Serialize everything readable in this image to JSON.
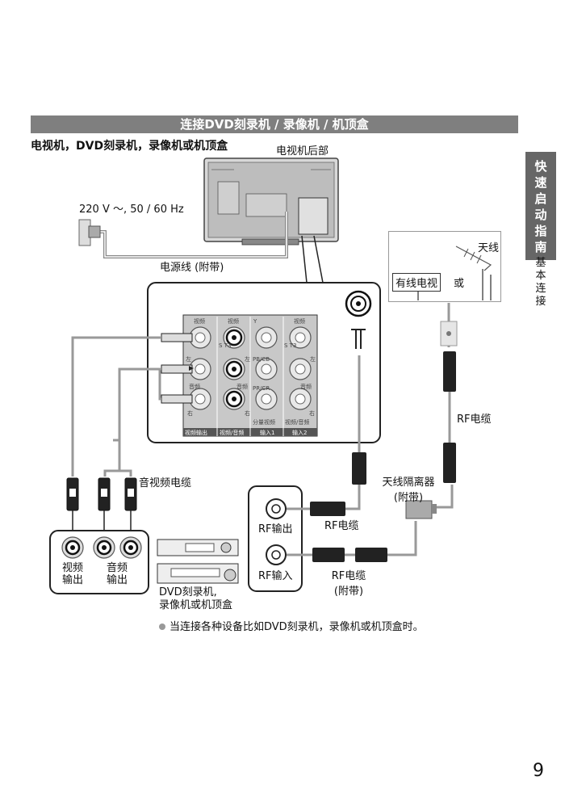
{
  "header": {
    "title": "连接DVD刻录机 / 录像机 / 机顶盒"
  },
  "subtitle": "电视机，DVD刻录机，录像机或机顶盒",
  "side_tab": {
    "label": "快速启动指南",
    "sub_label": "基本连接"
  },
  "labels": {
    "tv_back": "电视机后部",
    "power_spec": "220 V ～, 50 / 60 Hz",
    "power_cord": "电源线 (附带)",
    "antenna": "天线",
    "cable_tv": "有线电视",
    "or": "或",
    "rf_cable_right": "RF电缆",
    "av_cable": "音视频电缆",
    "splitter": "天线隔离器",
    "splitter_sub": "(附带)",
    "rf_out": "RF输出",
    "rf_in": "RF输入",
    "rf_cable_mid": "RF电缆",
    "rf_cable_bottom": "RF电缆",
    "rf_cable_bottom_sub": "(附带)",
    "video_out": "视频",
    "video_out2": "输出",
    "audio_out": "音频",
    "audio_out2": "输出",
    "device": "DVD刻录机,",
    "device2": "录像机或机顶盒"
  },
  "panel": {
    "col1_top": "视频",
    "col2_top": "视频",
    "col3_top": "Y",
    "col4_top": "视频",
    "left": "左",
    "right": "右",
    "audio": "音频",
    "s_t3": "S T3",
    "pb": "PB/CB",
    "pr": "PR/CR",
    "component": "分量视频",
    "bottom1": "视频输出",
    "bottom2": "视频/音频",
    "bottom3": "输入1",
    "bottom4": "视频/音频",
    "bottom5": "输入2"
  },
  "note": "当连接各种设备比如DVD刻录机，录像机或机顶盒时。",
  "page_number": "9",
  "colors": {
    "header_bg": "#7f7f7f",
    "side_tab_bg": "#666666"
  }
}
